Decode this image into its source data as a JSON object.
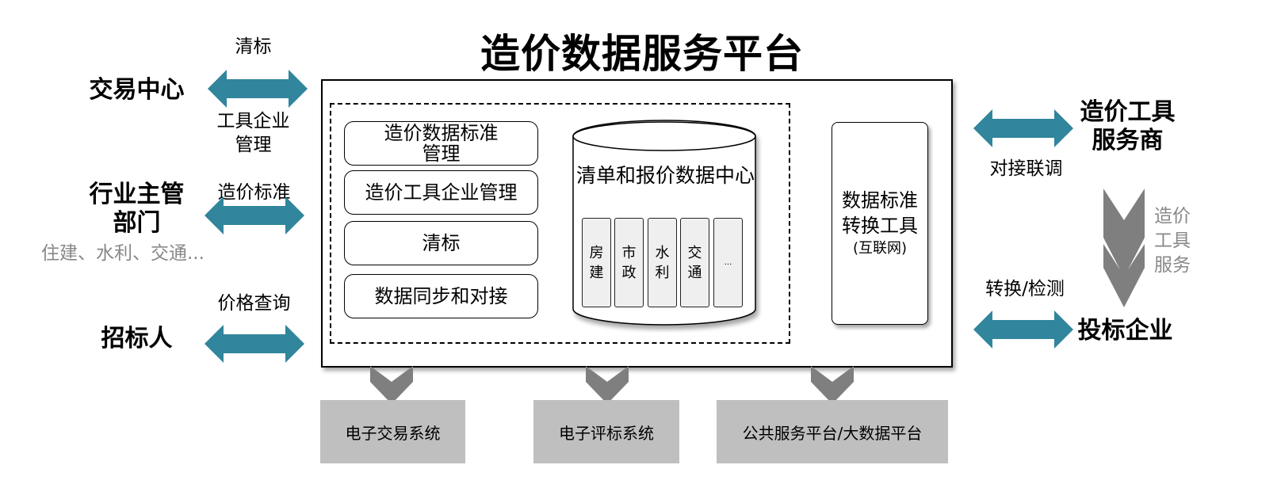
{
  "title": "造价数据服务平台",
  "colors": {
    "arrow_teal": "#31859C",
    "arrow_gray": "#7F7F7F",
    "system_box": "#BFBFBF",
    "column_fill": "#EFEFEF",
    "note_gray": "#888888"
  },
  "left_parties": [
    {
      "name": "交易中心",
      "flow_top": "清标",
      "flow_bottom": "工具企业\n管理"
    },
    {
      "name_line1": "行业主管",
      "name_line2": "部门",
      "note": "住建、水利、交通...",
      "flow_top": "造价标准"
    },
    {
      "name": "招标人",
      "flow_top": "价格查询"
    }
  ],
  "platform": {
    "functions": [
      "造价数据标准\n管理",
      "造价工具企业管理",
      "清标",
      "数据同步和对接"
    ],
    "database": {
      "label": "清单和报价数据中心",
      "columns": [
        "房\n建",
        "市\n政",
        "水\n利",
        "交\n通",
        "..."
      ]
    },
    "tool": {
      "line1": "数据标准",
      "line2": "转换工具",
      "line3": "(互联网)"
    }
  },
  "right_parties": [
    {
      "name_line1": "造价工具",
      "name_line2": "服务商",
      "flow_bottom": "对接联调"
    },
    {
      "name": "投标企业",
      "flow_top": "转换/检测"
    }
  ],
  "vertical_service": {
    "line1": "造价",
    "line2": "工具",
    "line3": "服务"
  },
  "output_systems": [
    "电子交易系统",
    "电子评标系统",
    "公共服务平台/大数据平台"
  ]
}
